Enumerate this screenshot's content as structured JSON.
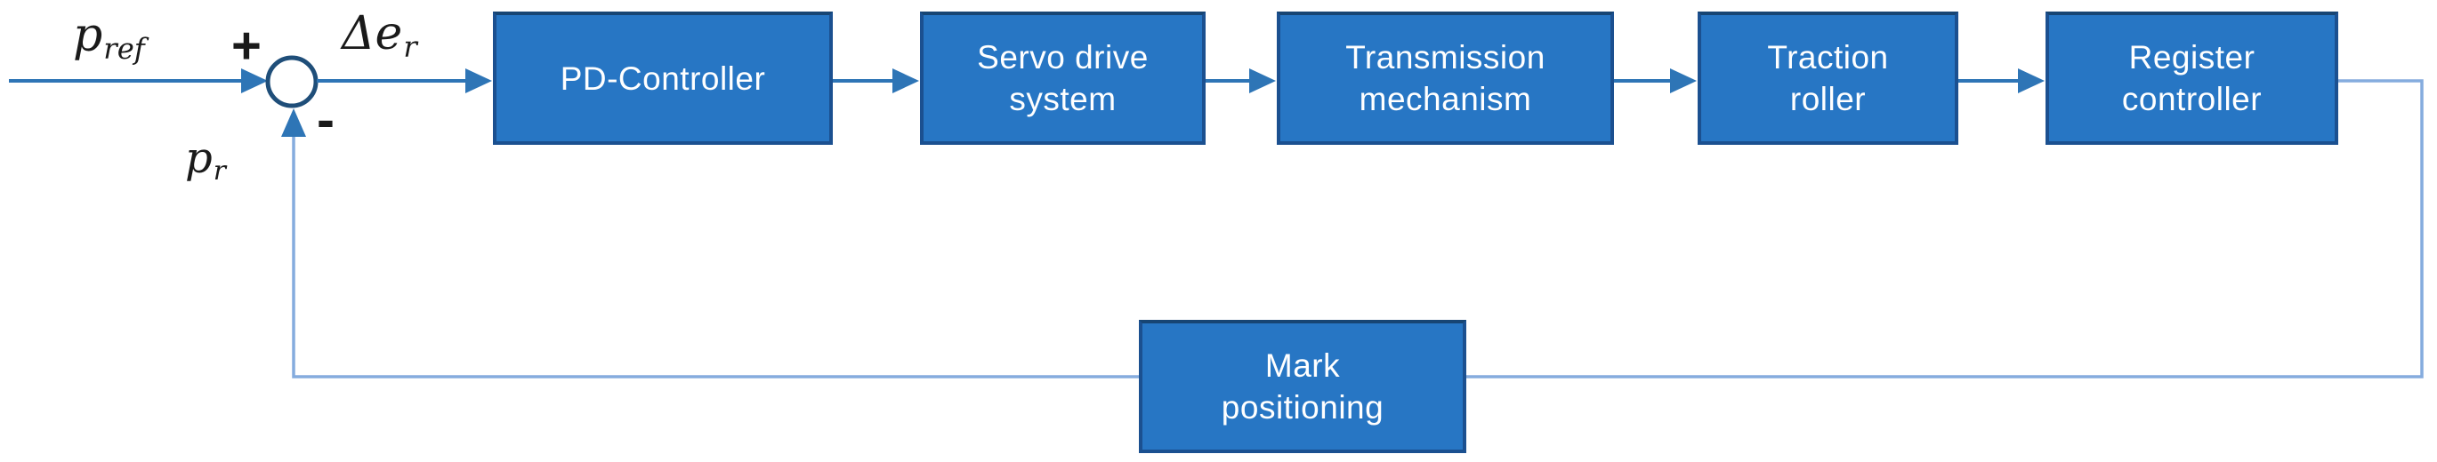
{
  "diagram_type": "control-loop-block-diagram",
  "blocks": {
    "pd_controller": {
      "lines": [
        "PD-Controller"
      ]
    },
    "servo_drive_system": {
      "lines": [
        "Servo drive",
        "system"
      ]
    },
    "transmission_mechanism": {
      "lines": [
        "Transmission",
        "mechanism"
      ]
    },
    "traction_roller": {
      "lines": [
        "Traction",
        "roller"
      ]
    },
    "register_controller": {
      "lines": [
        "Register",
        "controller"
      ]
    },
    "mark_positioning": {
      "lines": [
        "Mark",
        "positioning"
      ]
    }
  },
  "labels": {
    "reference": {
      "base": "p",
      "sub": "ref"
    },
    "error": {
      "base": "Δe",
      "sub": "r"
    },
    "feedback": {
      "base": "p",
      "sub": "r"
    }
  },
  "signs": {
    "plus": "+",
    "minus": "-"
  },
  "connections": [
    {
      "from": "p_ref",
      "to": "summing-junction",
      "sign": "+"
    },
    {
      "from": "summing-junction",
      "to": "PD-Controller",
      "signal": "Δe_r"
    },
    {
      "from": "PD-Controller",
      "to": "Servo drive system"
    },
    {
      "from": "Servo drive system",
      "to": "Transmission mechanism"
    },
    {
      "from": "Transmission mechanism",
      "to": "Traction roller"
    },
    {
      "from": "Traction roller",
      "to": "Register controller"
    },
    {
      "from": "Register controller",
      "to": "summing-junction",
      "via": "Mark positioning",
      "sign": "-",
      "signal": "p_r"
    }
  ],
  "colors": {
    "box-fill": "#2776C4",
    "box-border": "#1B5090",
    "box-border-top": "#174573",
    "box-text": "#FFFFFF",
    "arrow": "#2E75B6",
    "feedback": "#85ACDE",
    "junction": "#1F4E79",
    "label": "#1A1A1A"
  }
}
